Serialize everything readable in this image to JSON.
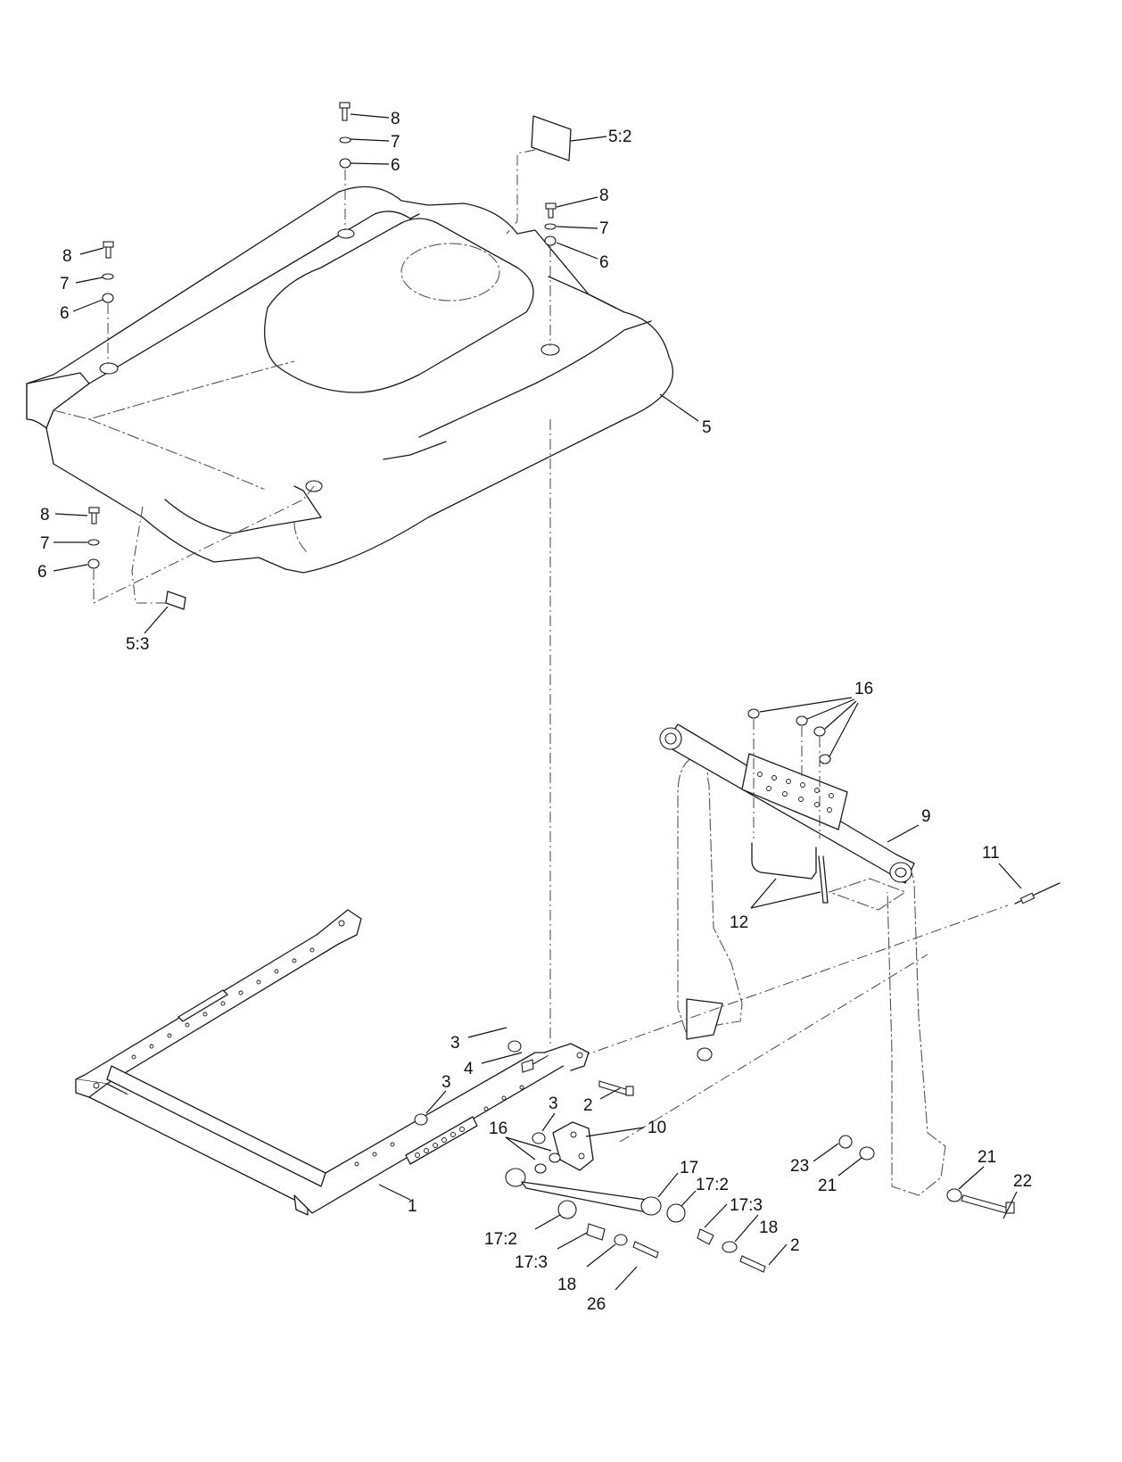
{
  "diagram": {
    "callouts": [
      "8",
      "7",
      "6",
      "5:2",
      "8",
      "7",
      "6",
      "8",
      "7",
      "6",
      "5",
      "8",
      "7",
      "6",
      "5:3",
      "16",
      "9",
      "11",
      "12",
      "3",
      "4",
      "2",
      "3",
      "3",
      "10",
      "16",
      "17",
      "17:2",
      "17:3",
      "18",
      "2",
      "17:2",
      "17:3",
      "18",
      "26",
      "1",
      "23",
      "21",
      "21",
      "22"
    ]
  }
}
